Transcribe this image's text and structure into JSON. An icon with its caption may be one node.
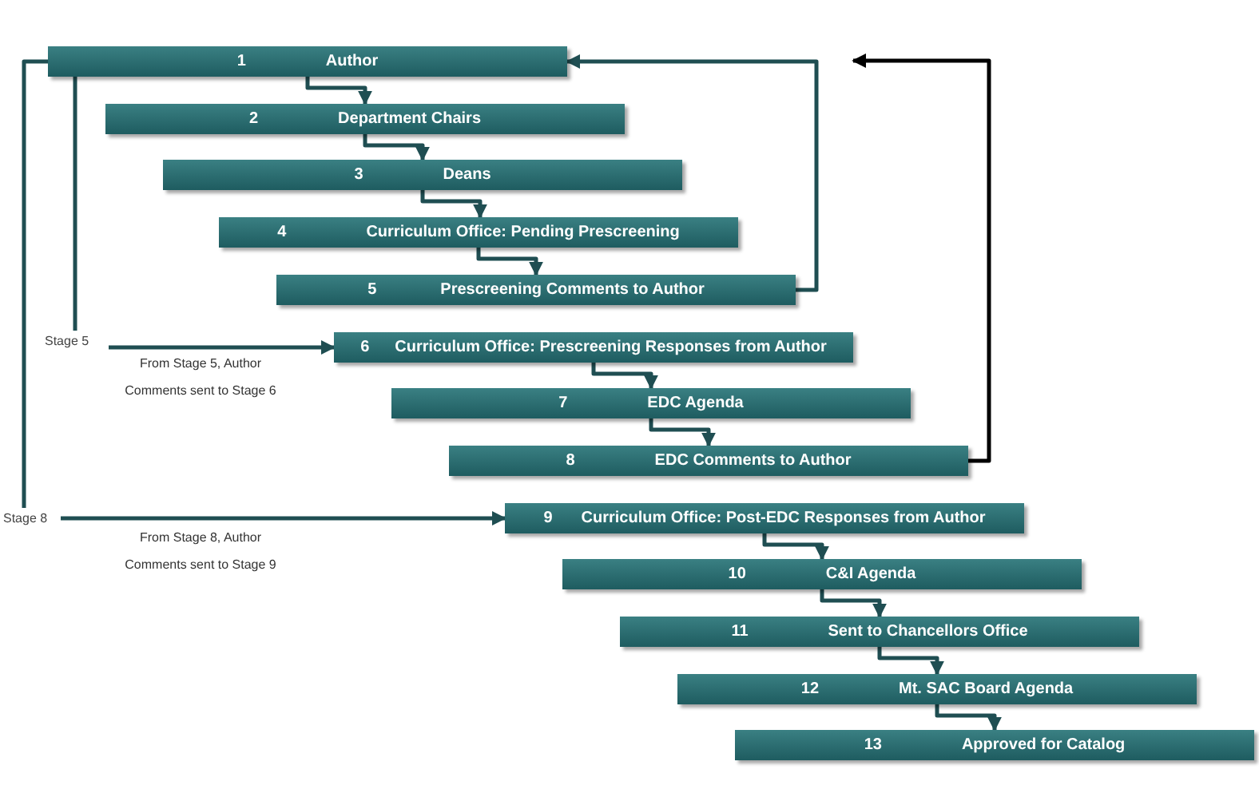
{
  "diagram": {
    "nodes": [
      {
        "text": [
          "1",
          "Author"
        ]
      },
      {
        "text": [
          "2",
          "Department Chairs"
        ]
      },
      {
        "text": [
          "3",
          "Deans"
        ]
      },
      {
        "text": [
          "4",
          "Curriculum Office: Pending Prescreening"
        ]
      },
      {
        "text": [
          "5",
          "Prescreening Comments to Author"
        ]
      },
      {
        "text": [
          "Stage 5"
        ]
      },
      {
        "text": [
          "6",
          "Curriculum Office: Prescreening Responses from Author"
        ]
      },
      {
        "text": [
          "7",
          "EDC Agenda"
        ]
      },
      {
        "text": [
          "8",
          "EDC Comments to Author"
        ]
      },
      {
        "text": [
          "Stage 8"
        ]
      },
      {
        "text": [
          "9",
          "Curriculum Office: Post-EDC Responses from Author"
        ]
      },
      {
        "text": [
          "10",
          "C&I Agenda"
        ]
      },
      {
        "text": [
          "11",
          "Sent to Chancellors Office"
        ]
      },
      {
        "text": [
          "12",
          "Mt. SAC Board Agenda"
        ]
      },
      {
        "text": [
          "13",
          "Approved for Catalog"
        ]
      }
    ],
    "edges": [
      {
        "from": 0,
        "to": 1,
        "arrow": "to"
      },
      {
        "from": 1,
        "to": 2,
        "arrow": "to"
      },
      {
        "from": 2,
        "to": 3,
        "arrow": "to"
      },
      {
        "from": 3,
        "to": 4,
        "arrow": "to"
      },
      {
        "from": 4,
        "to": 0,
        "arrow": "to"
      },
      {
        "from": 0,
        "to": 5,
        "arrow": "none"
      },
      {
        "from": 5,
        "to": 6,
        "arrow": "to"
      },
      {
        "from": 6,
        "to": 7,
        "arrow": "to"
      },
      {
        "from": 7,
        "to": 8,
        "arrow": "to"
      },
      {
        "from": 8,
        "to": null,
        "arrow": "to",
        "color": "#000000"
      },
      {
        "from": 0,
        "to": 9,
        "arrow": "none"
      },
      {
        "from": 9,
        "to": 10,
        "arrow": "to"
      },
      {
        "from": 10,
        "to": 11,
        "arrow": "to"
      },
      {
        "from": 11,
        "to": 12,
        "arrow": "to"
      },
      {
        "from": 12,
        "to": 13,
        "arrow": "to"
      },
      {
        "from": 13,
        "to": 14,
        "arrow": "to"
      }
    ],
    "labels": [
      "From Stage 5, Author Comments sent to Stage 6",
      "From Stage 8, Author Comments sent to Stage 9"
    ]
  }
}
